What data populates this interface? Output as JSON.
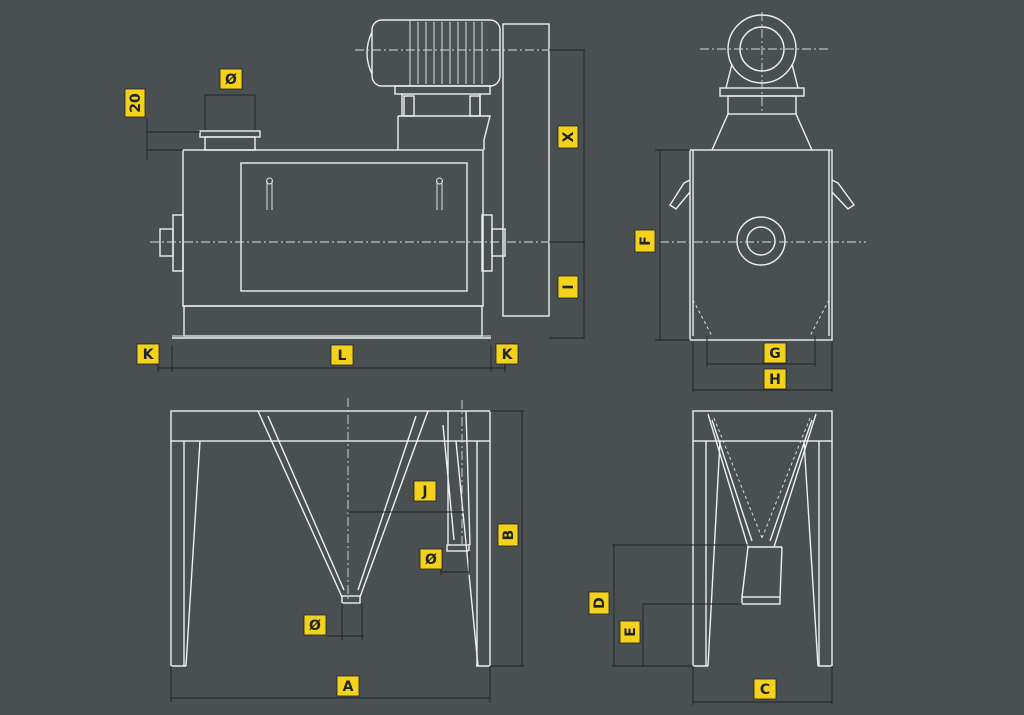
{
  "colors": {
    "background": "#4a5052",
    "lines": "#eef0f0",
    "dimension_lines": "#1e2324",
    "label_fill": "#f4d21c",
    "label_text": "#1e2324"
  },
  "labels": {
    "inlet_diameter_top": "Ø",
    "offset_20": "20",
    "x": "X",
    "i": "I",
    "k_left": "K",
    "l": "L",
    "k_right": "K",
    "f": "F",
    "g": "G",
    "h": "H",
    "j": "J",
    "outlet_diameter_side": "Ø",
    "b": "B",
    "outlet_diameter_bottom": "Ø",
    "a": "A",
    "d": "D",
    "e": "E",
    "c": "C"
  }
}
